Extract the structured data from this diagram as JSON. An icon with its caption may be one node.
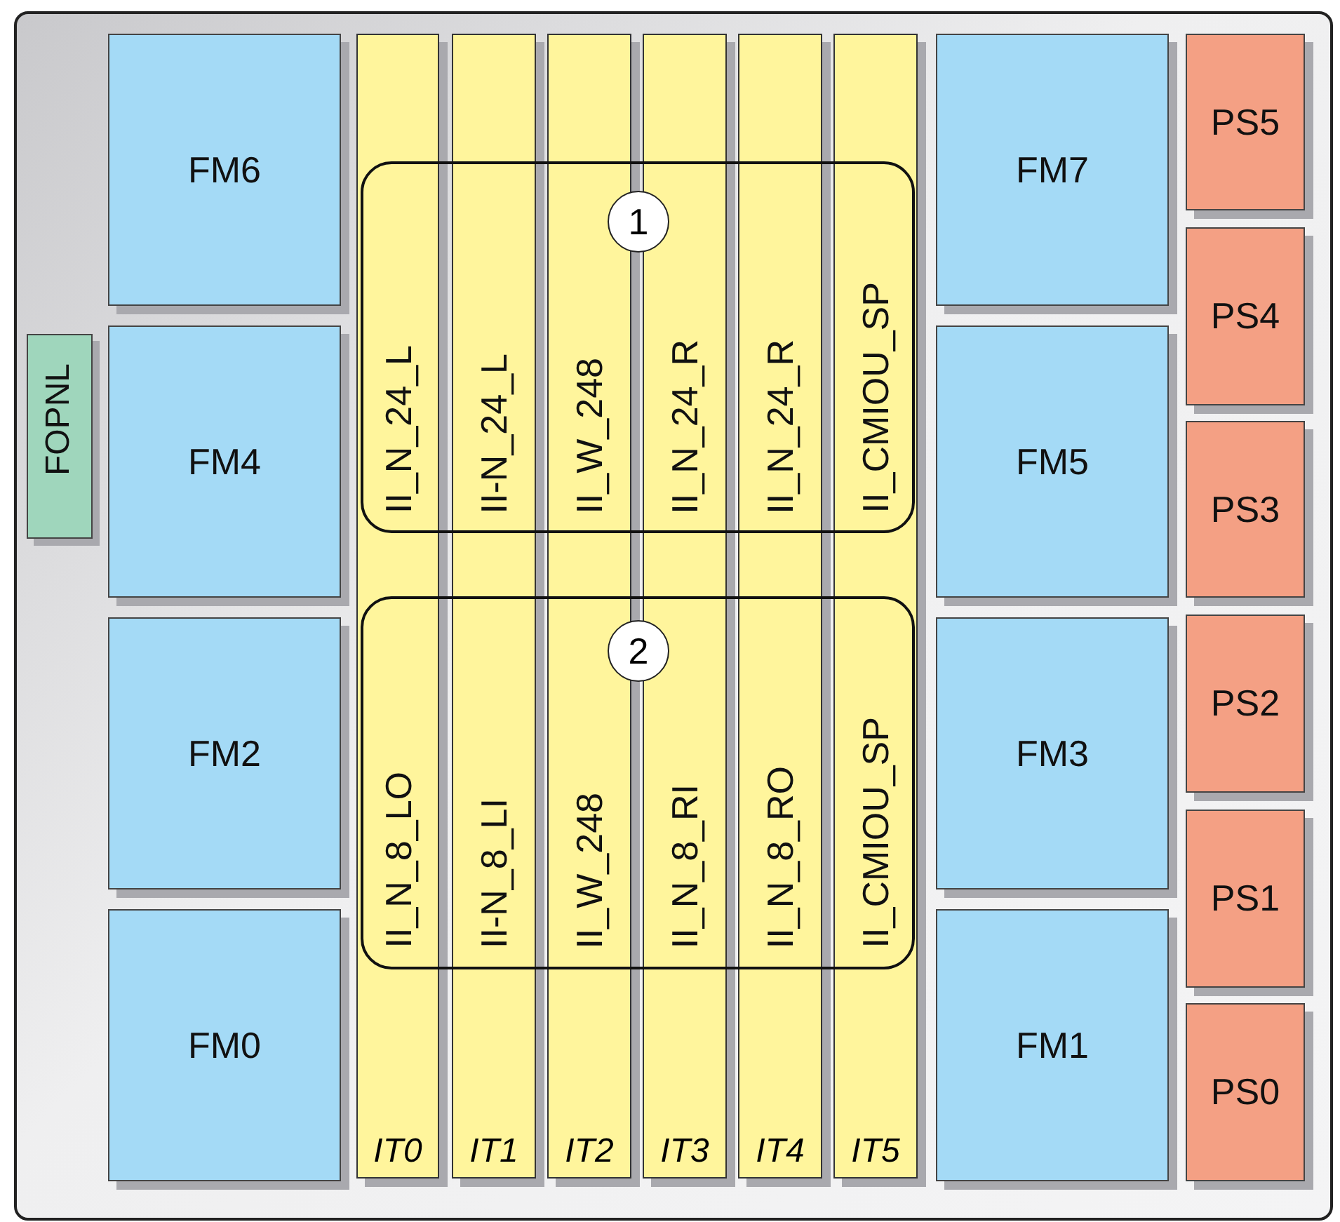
{
  "diagram": {
    "nodes": [
      {
        "text": [],
        "shape": "box"
      },
      {
        "text": [
          "FM6"
        ],
        "in": 0
      },
      {
        "text": [
          "FM4"
        ],
        "in": 0
      },
      {
        "text": [
          "FM2"
        ],
        "in": 0
      },
      {
        "text": [
          "FM0"
        ],
        "in": 0
      },
      {
        "text": [
          "FOPNL"
        ],
        "in": 0
      },
      {
        "text": [
          "II_N_24_L",
          "II_N_8_LO",
          "IT0"
        ],
        "in": 0
      },
      {
        "text": [
          "II-N_24_L",
          "II-N_8_LI",
          "IT1"
        ],
        "in": 0
      },
      {
        "text": [
          "II_W_248",
          "II_W_248",
          "IT2"
        ],
        "in": 0
      },
      {
        "text": [
          "II_N_24_R",
          "II_N_8_RI",
          "IT3"
        ],
        "in": 0
      },
      {
        "text": [
          "II_N_24_R",
          "II_N_8_RO",
          "IT4"
        ],
        "in": 0
      },
      {
        "text": [
          "II_CMIOU_SP",
          "II_CMIOU_SP",
          "IT5"
        ],
        "in": 0
      },
      {
        "text": [
          "1"
        ],
        "in": 0
      },
      {
        "text": [
          "2"
        ],
        "in": 0
      },
      {
        "text": [
          "FM7"
        ],
        "in": 0
      },
      {
        "text": [
          "FM5"
        ],
        "in": 0
      },
      {
        "text": [
          "FM3"
        ],
        "in": 0
      },
      {
        "text": [
          "FM1"
        ],
        "in": 0
      },
      {
        "text": [
          "PS5"
        ],
        "in": 0
      },
      {
        "text": [
          "PS4"
        ],
        "in": 0
      },
      {
        "text": [
          "PS3"
        ],
        "in": 0
      },
      {
        "text": [
          "PS2"
        ],
        "in": 0
      },
      {
        "text": [
          "PS1"
        ],
        "in": 0
      },
      {
        "text": [
          "PS0"
        ],
        "in": 0
      }
    ]
  }
}
